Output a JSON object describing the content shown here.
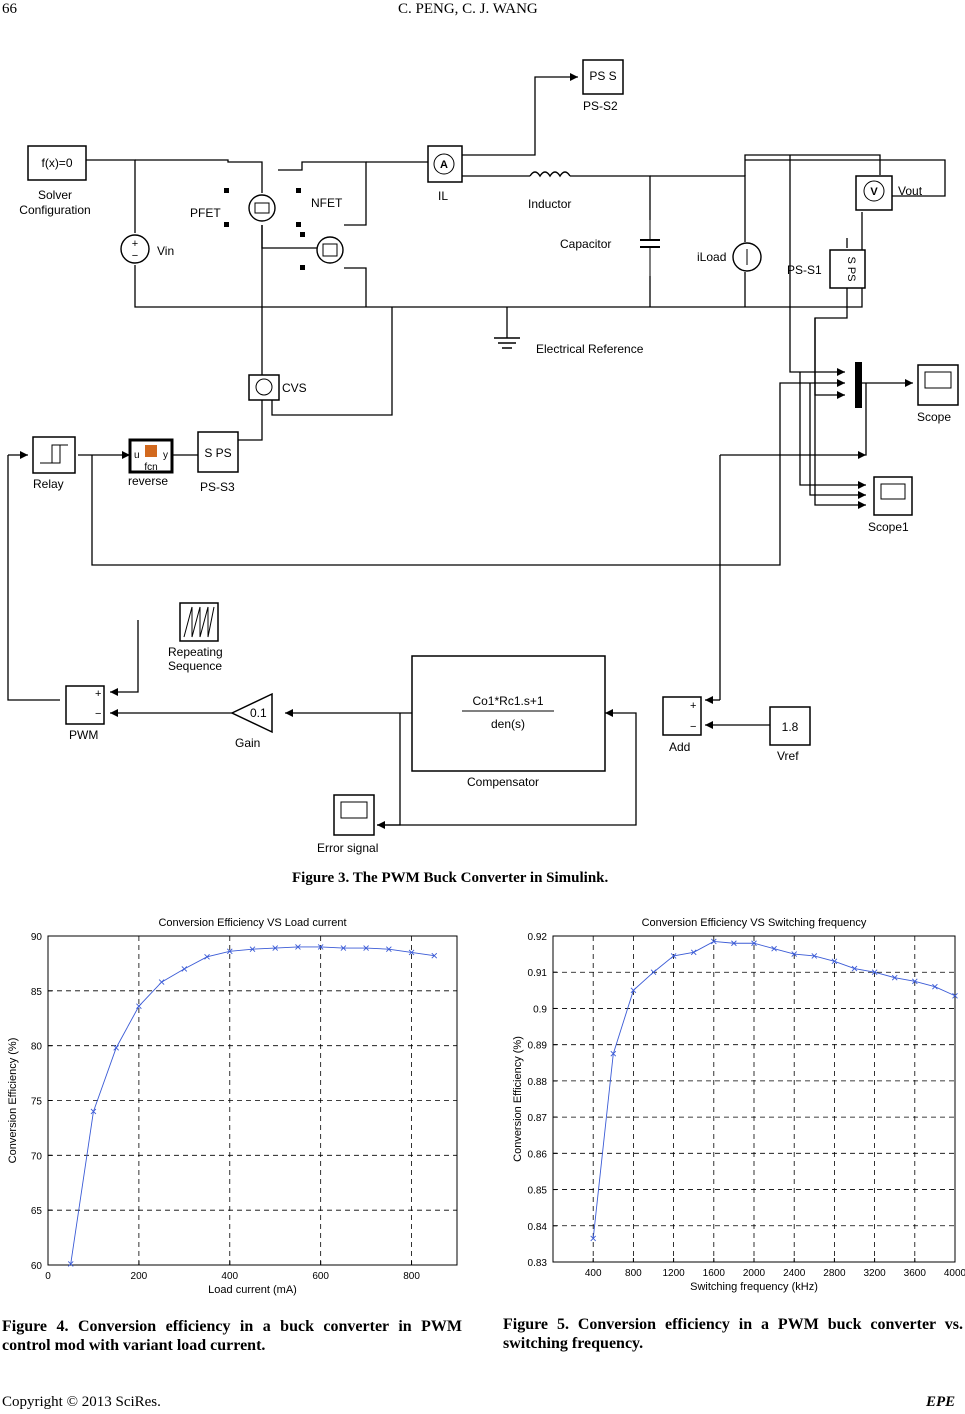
{
  "header": {
    "page_number": "66",
    "authors": "C. PENG, C. J. WANG"
  },
  "figure3": {
    "caption": "Figure 3. The PWM Buck Converter in Simulink.",
    "blocks": {
      "solver_text": "f(x)=0",
      "solver_label1": "Solver",
      "solver_label2": "Configuration",
      "vin": "Vin",
      "pfet": "PFET",
      "nfet": "NFET",
      "il": "IL",
      "inductor": "Inductor",
      "capacitor": "Capacitor",
      "iload": "iLoad",
      "vout": "Vout",
      "pss2_text": "PS S",
      "pss2": "PS-S2",
      "pss1_text": "S PS",
      "pss1": "PS-S1",
      "elec_ref": "Electrical Reference",
      "cvs": "CVS",
      "scope": "Scope",
      "scope1": "Scope1",
      "relay": "Relay",
      "fcn_text": "fcn",
      "fcn_u": "u",
      "fcn_y": "y",
      "reverse": "reverse",
      "pss3_text": "S PS",
      "pss3": "PS-S3",
      "repeating1": "Repeating",
      "repeating2": "Sequence",
      "pwm": "PWM",
      "gain_text": "0.1",
      "gain": "Gain",
      "comp_num": "Co1*Rc1.s+1",
      "comp_den": "den(s)",
      "compensator": "Compensator",
      "add": "Add",
      "vref_text": "1.8",
      "vref": "Vref",
      "error_signal": "Error signal",
      "plus": "+",
      "minus": "−"
    }
  },
  "chart_data": [
    {
      "type": "line",
      "title": "Conversion Efficiency VS Load current",
      "xlabel": "Load current (mA)",
      "ylabel": "Conversion Efficiency (%)",
      "xlim": [
        0,
        900
      ],
      "ylim": [
        60,
        90
      ],
      "xticks": [
        0,
        200,
        400,
        600,
        800
      ],
      "yticks": [
        60,
        65,
        70,
        75,
        80,
        85,
        90
      ],
      "grid": true,
      "marker": "x",
      "color": "#3b5bd6",
      "x": [
        50,
        100,
        150,
        200,
        250,
        300,
        350,
        400,
        450,
        500,
        550,
        600,
        650,
        700,
        750,
        800,
        850
      ],
      "y": [
        60.1,
        74.0,
        79.8,
        83.6,
        85.8,
        87.0,
        88.1,
        88.6,
        88.8,
        88.9,
        89.0,
        89.0,
        88.9,
        88.9,
        88.8,
        88.5,
        88.2
      ]
    },
    {
      "type": "line",
      "title": "Conversion Efficiency VS Switching frequency",
      "xlabel": "Switching frequency (kHz)",
      "ylabel": "Conversion Efficiency (%)",
      "xlim": [
        0,
        4000
      ],
      "ylim": [
        0.83,
        0.92
      ],
      "xticks": [
        400,
        800,
        1200,
        1600,
        2000,
        2400,
        2800,
        3200,
        3600,
        4000
      ],
      "yticks": [
        0.83,
        0.84,
        0.85,
        0.86,
        0.87,
        0.88,
        0.89,
        0.9,
        0.91,
        0.92
      ],
      "ytick_labels": [
        "0.83",
        "0.84",
        "0.85",
        "0.86",
        "0.87",
        "0.88",
        "0.89",
        "0.9",
        "0.91",
        "0.92"
      ],
      "grid": true,
      "marker": "x",
      "color": "#3b5bd6",
      "x": [
        400,
        600,
        800,
        1000,
        1200,
        1400,
        1600,
        1800,
        2000,
        2200,
        2400,
        2600,
        2800,
        3000,
        3200,
        3400,
        3600,
        3800,
        4000
      ],
      "y": [
        0.8365,
        0.8875,
        0.905,
        0.91,
        0.9145,
        0.9155,
        0.9185,
        0.918,
        0.918,
        0.9165,
        0.915,
        0.9145,
        0.913,
        0.911,
        0.91,
        0.9085,
        0.9075,
        0.906,
        0.9035
      ]
    }
  ],
  "figure4": {
    "caption": "Figure 4. Conversion efficiency in a buck converter in PWM control mod with variant load current."
  },
  "figure5": {
    "caption": "Figure 5. Conversion efficiency in a PWM buck converter vs. switching frequency."
  },
  "footer": {
    "copyright": "Copyright © 2013 SciRes.",
    "journal": "EPE"
  }
}
